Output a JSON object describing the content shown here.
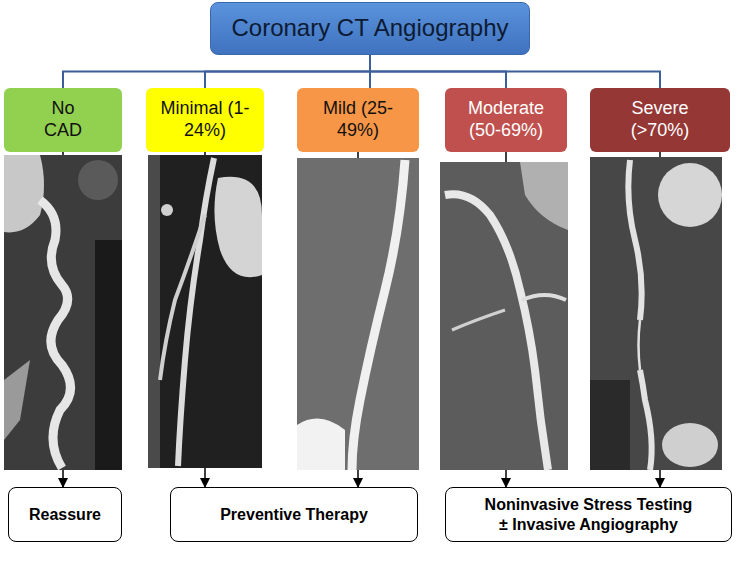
{
  "diagram": {
    "nodes": [
      {
        "text": [
          "Coronary CT Angiography"
        ]
      },
      {
        "text": [
          "No CAD"
        ]
      },
      {
        "text": [
          "Minimal (1-24%)"
        ]
      },
      {
        "text": [
          "Mild (25-49%)"
        ]
      },
      {
        "text": [
          "Moderate (50-69%)"
        ]
      },
      {
        "text": [
          "Severe (>70%)"
        ]
      },
      {
        "text": [
          "Reassure"
        ]
      },
      {
        "text": [
          "Preventive Therapy"
        ]
      },
      {
        "text": [
          "Noninvasive Stress Testing ± Invasive Angiography"
        ]
      }
    ],
    "edges": [
      {
        "from": 0,
        "to": 1,
        "arrow": "none"
      },
      {
        "from": 0,
        "to": 2,
        "arrow": "none"
      },
      {
        "from": 0,
        "to": 3,
        "arrow": "none"
      },
      {
        "from": 0,
        "to": 4,
        "arrow": "none"
      },
      {
        "from": 0,
        "to": 5,
        "arrow": "none"
      },
      {
        "from": 1,
        "to": 6,
        "arrow": "to"
      },
      {
        "from": 2,
        "to": 7,
        "arrow": "to"
      },
      {
        "from": 3,
        "to": 7,
        "arrow": "to"
      },
      {
        "from": 4,
        "to": 8,
        "arrow": "to"
      },
      {
        "from": 5,
        "to": 8,
        "arrow": "to"
      }
    ]
  }
}
